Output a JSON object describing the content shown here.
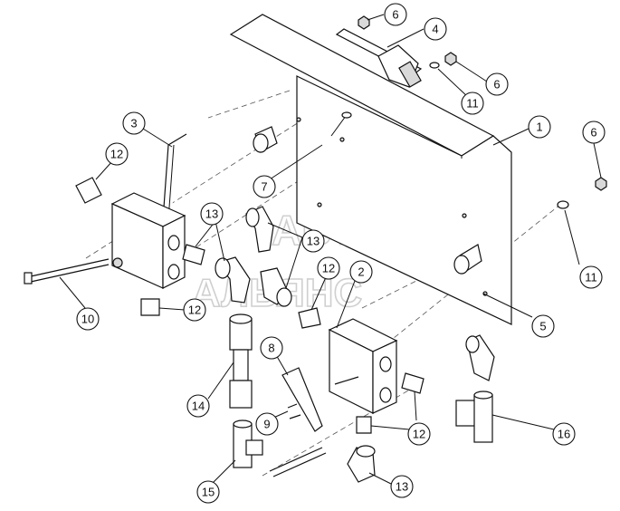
{
  "watermark": {
    "line1": "АВТО",
    "line2": "АЛЬЯНС"
  },
  "callouts": [
    "6",
    "4",
    "6",
    "11",
    "1",
    "6",
    "3",
    "12",
    "7",
    "13",
    "13",
    "12",
    "2",
    "12",
    "11",
    "10",
    "5",
    "8",
    "14",
    "9",
    "12",
    "16",
    "15",
    "13"
  ],
  "colors": {
    "line": "#111111",
    "watermark": "#cfcfcf",
    "shade": "#d9d9d9"
  }
}
